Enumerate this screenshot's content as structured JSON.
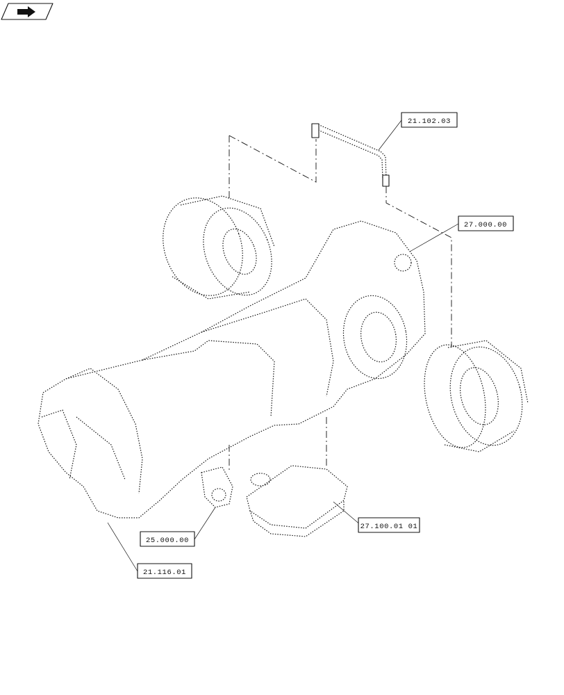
{
  "callouts": [
    {
      "id": "pipe",
      "label": "21.102.03"
    },
    {
      "id": "rear-axle-housing",
      "label": "27.000.00"
    },
    {
      "id": "oil-sump",
      "label": "27.100.01 01"
    },
    {
      "id": "pto-housing",
      "label": "25.000.00"
    },
    {
      "id": "transmission-case",
      "label": "21.116.01"
    }
  ],
  "navigation": {
    "icon": "next-page-arrow-icon"
  }
}
